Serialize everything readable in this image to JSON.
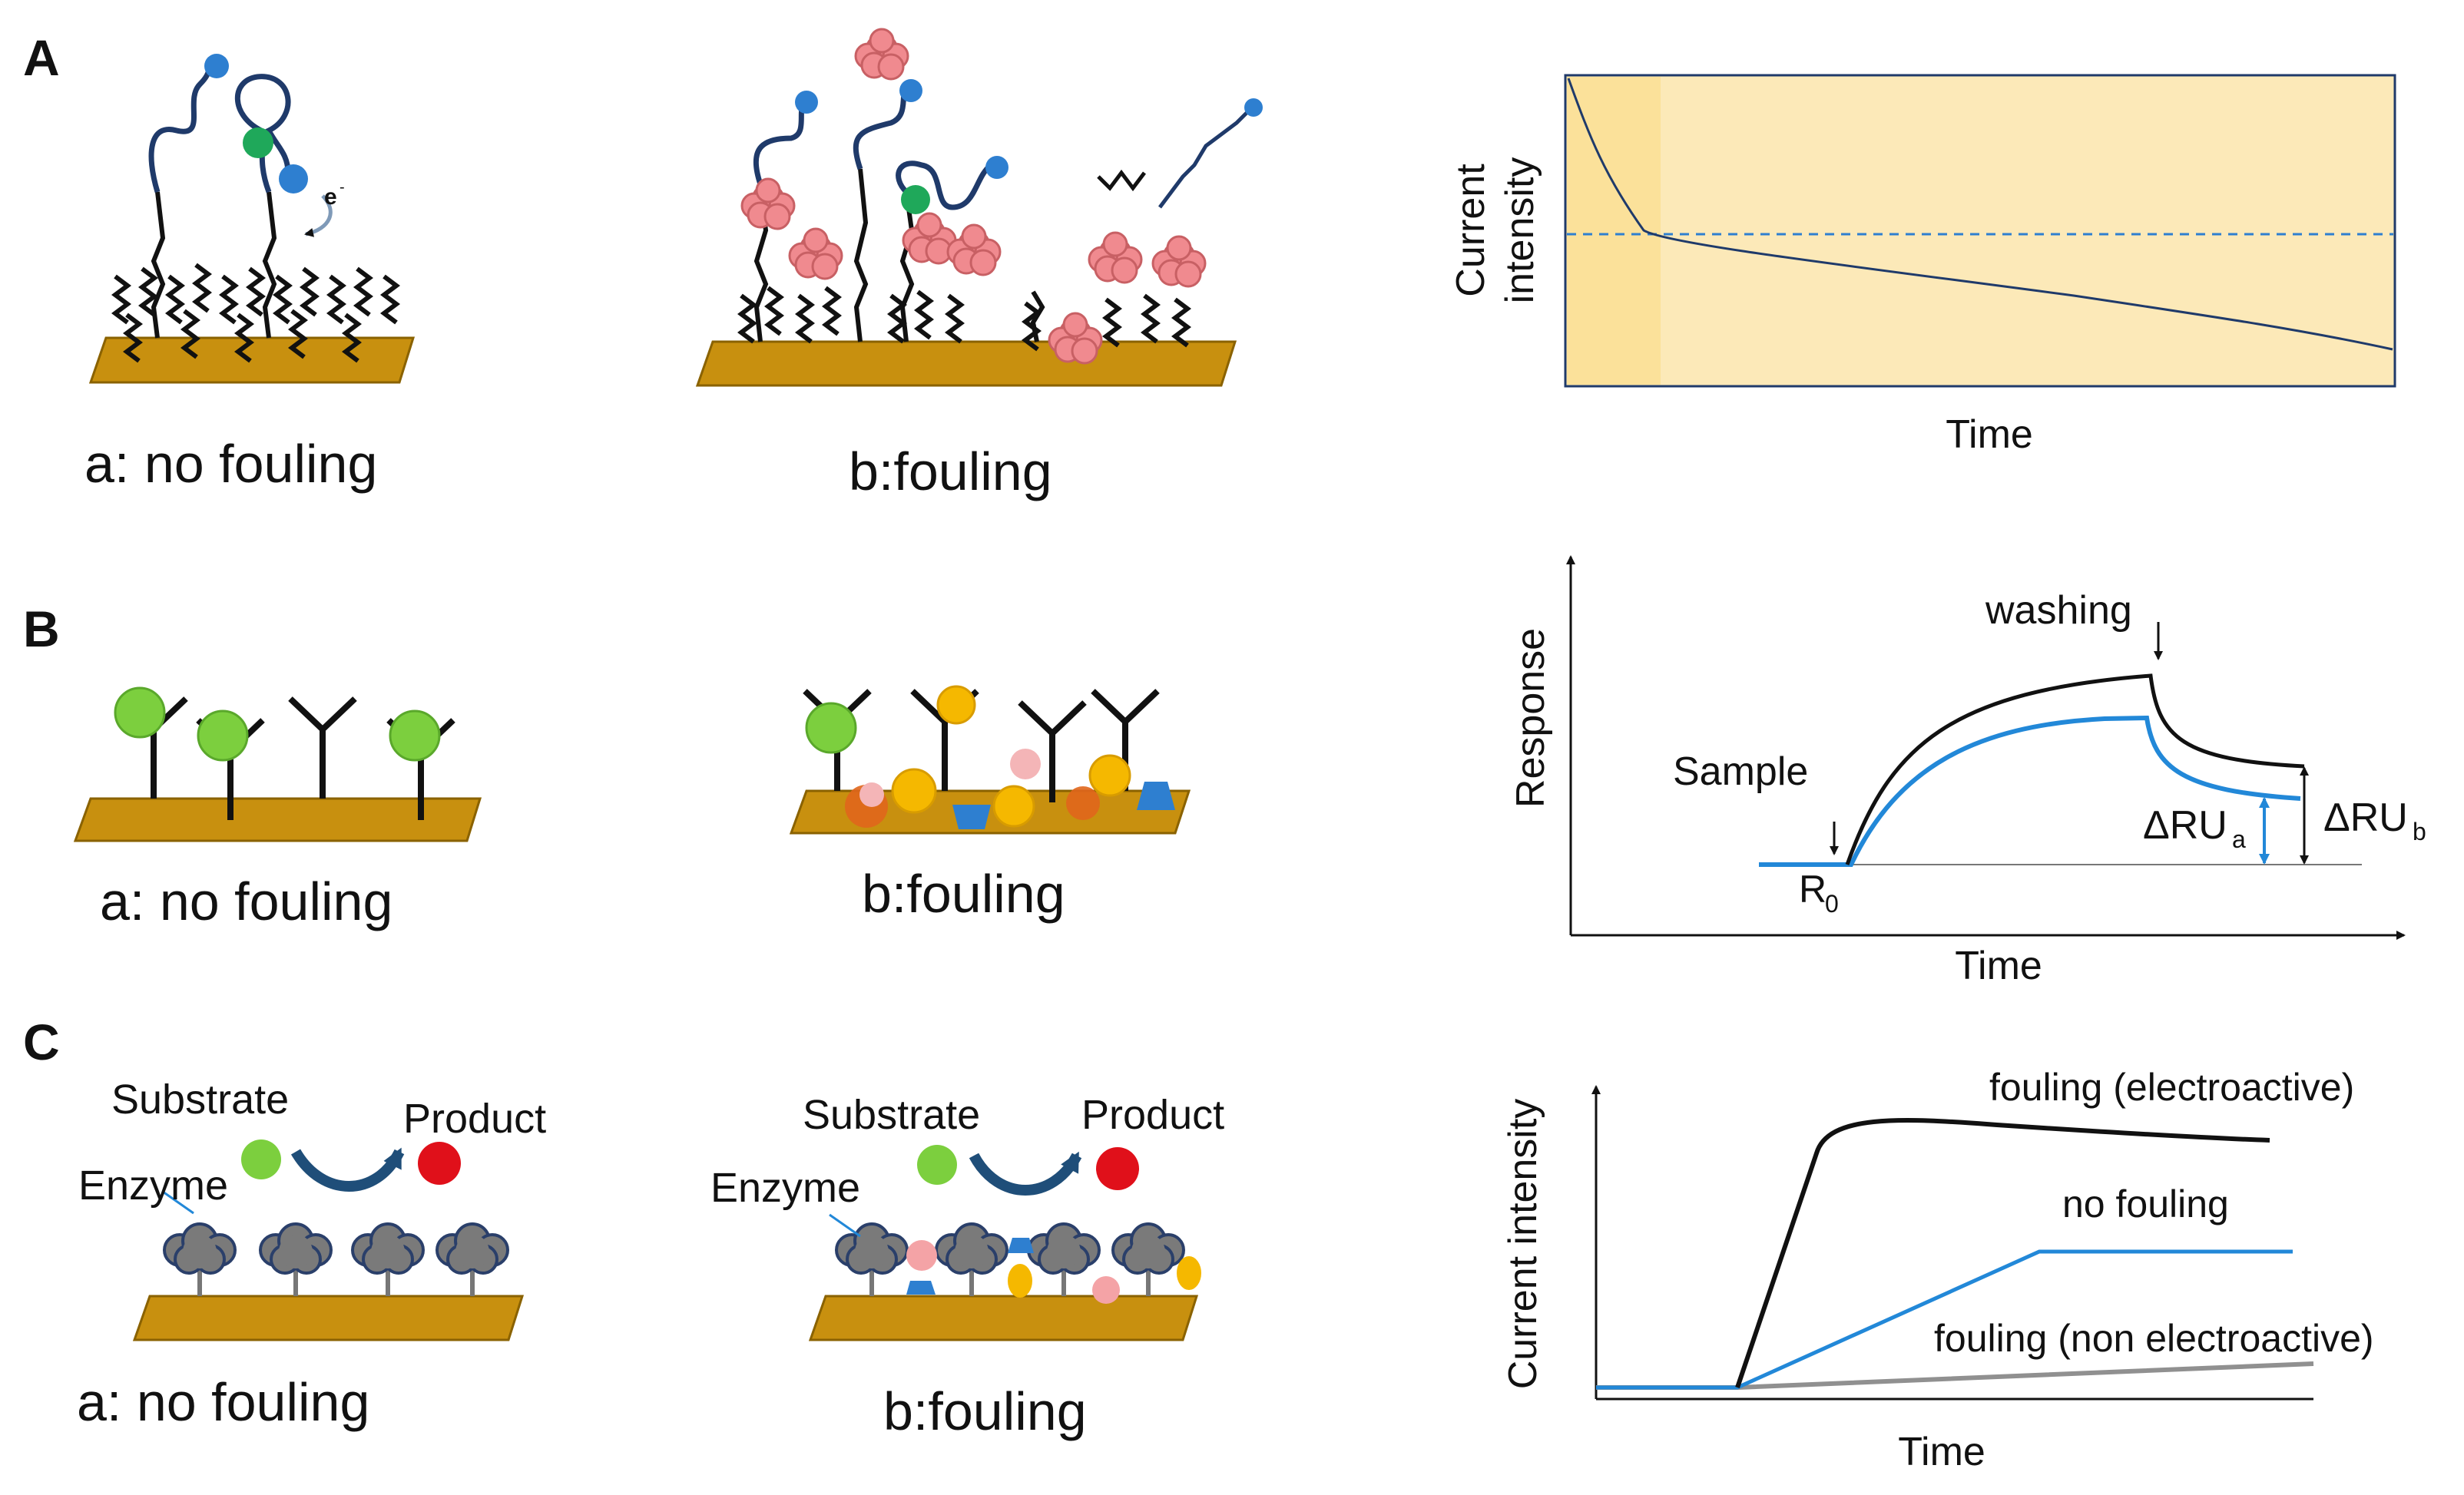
{
  "panels": {
    "A": {
      "letter": "A",
      "caption_a": "a: no fouling",
      "caption_b": "b:fouling",
      "electron": "e",
      "electron_sup": "-",
      "graph": {
        "ylabel_line1": "Current",
        "ylabel_line2": "intensity",
        "xlabel": "Time"
      }
    },
    "B": {
      "letter": "B",
      "caption_a": "a: no fouling",
      "caption_b": "b:fouling",
      "graph": {
        "ylabel": "Response",
        "xlabel": "Time",
        "sample": "Sample",
        "washing": "washing",
        "r0": "R",
        "r0_sub": "0",
        "dru_a": "ΔRU",
        "dru_a_sub": "a",
        "dru_b": "ΔRU",
        "dru_b_sub": "b"
      }
    },
    "C": {
      "letter": "C",
      "caption_a": "a: no fouling",
      "caption_b": "b:fouling",
      "substrate": "Substrate",
      "product": "Product",
      "enzyme": "Enzyme",
      "graph": {
        "ylabel": "Current intensity",
        "xlabel": "Time",
        "series_electroactive": "fouling (electroactive)",
        "series_nofouling": "no fouling",
        "series_nonelectroactive": "fouling (non electroactive)"
      }
    }
  },
  "colors": {
    "gold": "#C8900F",
    "blue_probe": "#2E7FD0",
    "green_target": "#1FA85A",
    "pink_protein": "#F08A8F",
    "yellow_panel": "#FCE9B8",
    "yellow_dark": "#FBE19A",
    "blue_line": "#2288D8",
    "grey_line": "#909090"
  }
}
